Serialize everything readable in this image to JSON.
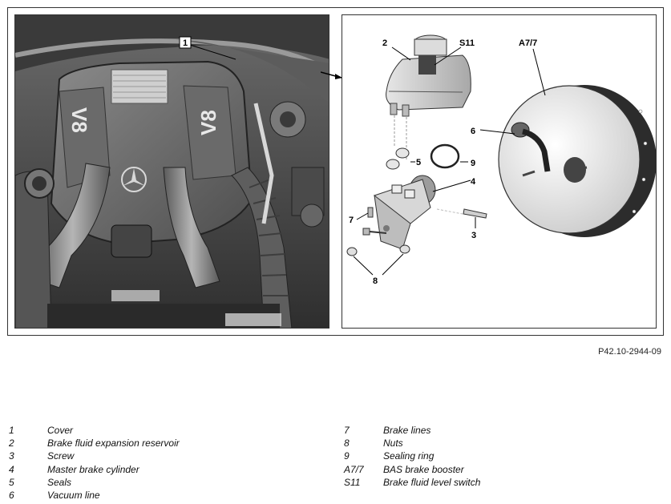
{
  "figure": {
    "photo_callout": "1",
    "drawing_callouts": {
      "reservoir": "2",
      "level_switch": "S11",
      "booster": "A7/7",
      "vacuum_line": "6",
      "sealing_ring": "9",
      "seals": "5",
      "master_cylinder": "4",
      "brake_lines": "7",
      "screw": "3",
      "nuts": "8"
    },
    "photo_text": {
      "engine_badge_left": "V8",
      "engine_badge_right": "V8"
    },
    "reference": "P42.10-2944-09"
  },
  "legend": {
    "left": [
      {
        "num": "1",
        "label": "Cover"
      },
      {
        "num": "2",
        "label": "Brake fluid expansion reservoir"
      },
      {
        "num": "3",
        "label": "Screw"
      },
      {
        "num": "4",
        "label": "Master brake cylinder"
      },
      {
        "num": "5",
        "label": "Seals"
      },
      {
        "num": "6",
        "label": "Vacuum line"
      }
    ],
    "right": [
      {
        "num": "7",
        "label": "Brake lines"
      },
      {
        "num": "8",
        "label": "Nuts"
      },
      {
        "num": "9",
        "label": "Sealing ring"
      },
      {
        "num": "A7/7",
        "label": "BAS brake booster"
      },
      {
        "num": "S11",
        "label": "Brake fluid level switch"
      }
    ]
  }
}
